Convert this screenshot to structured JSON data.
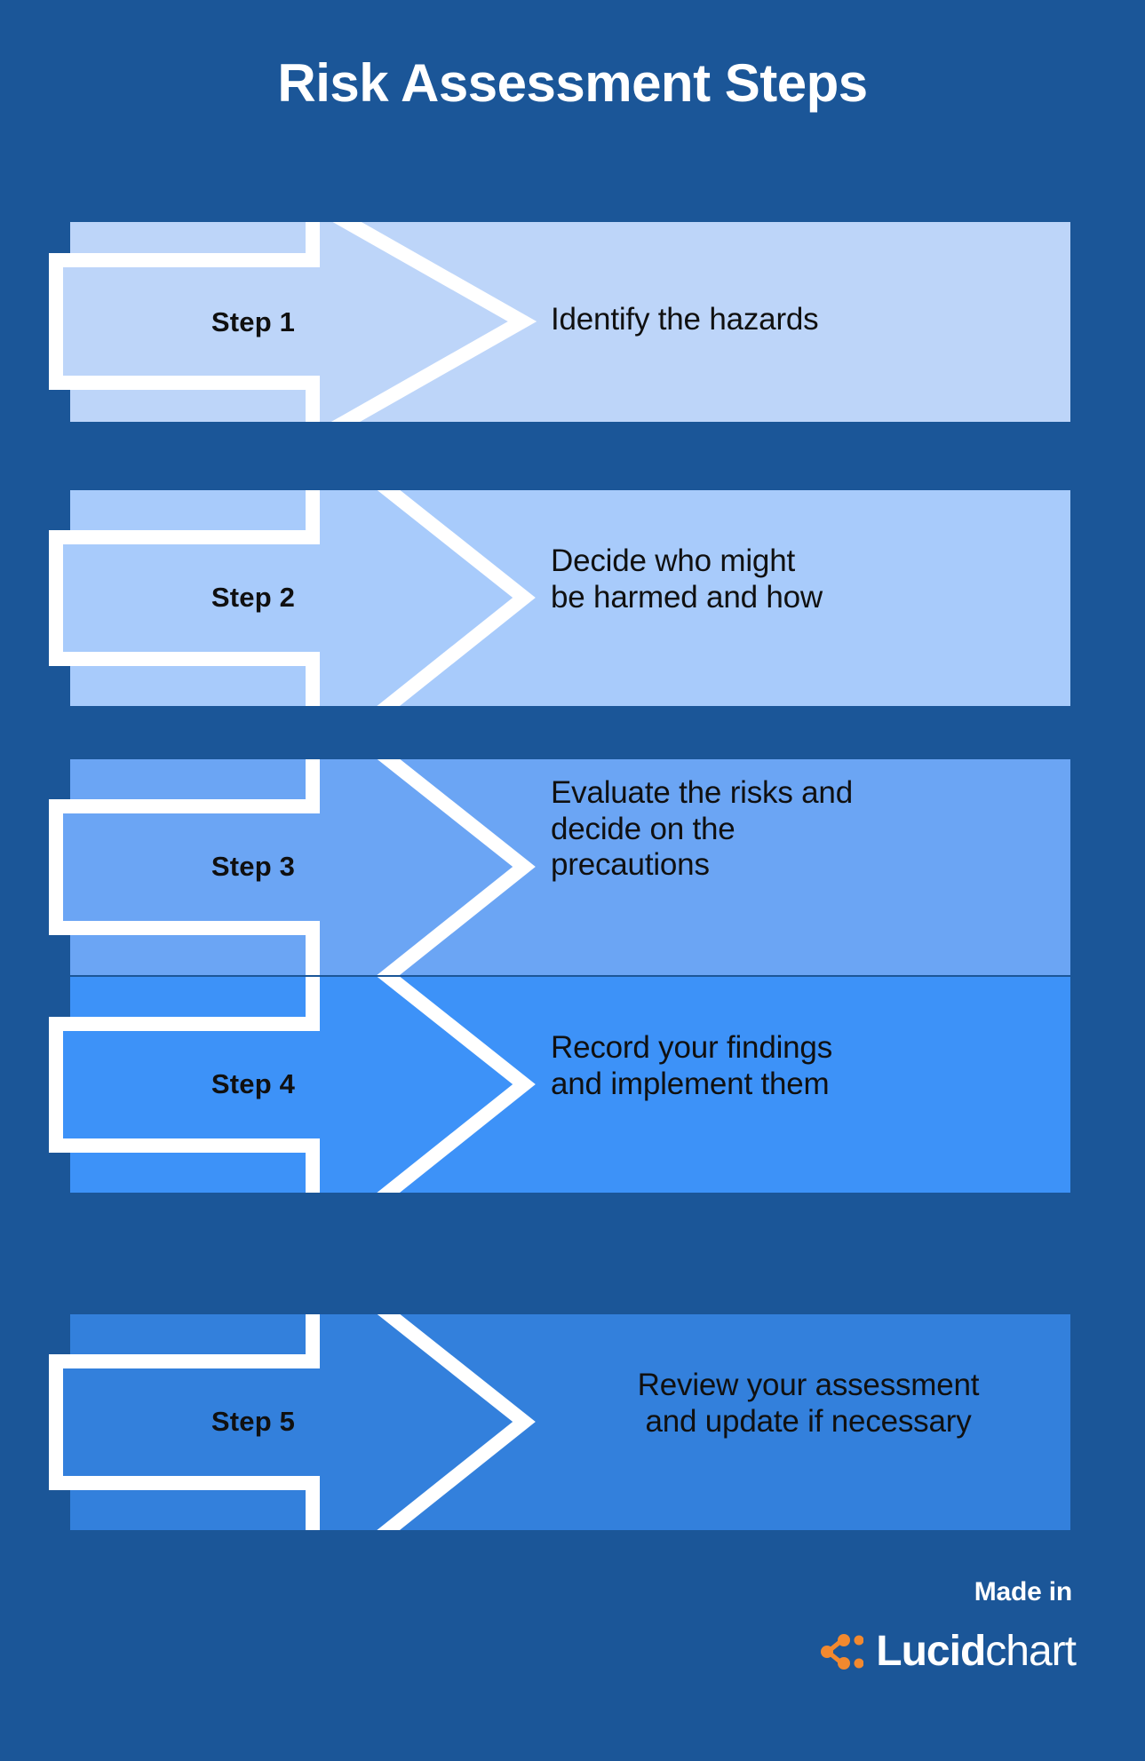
{
  "page": {
    "title": "Risk Assessment Steps",
    "background_color": "#1B5698"
  },
  "steps": [
    {
      "label": "Step 1",
      "description": "Identify the hazards",
      "band_color": "#BDD5F9",
      "arrow_color": "#BDD5F9",
      "outline_color": "#FFFFFF",
      "text_color": "#101010"
    },
    {
      "label": "Step 2",
      "description": "Decide who might\nbe harmed and how",
      "band_color": "#A8CBFB",
      "arrow_color": "#A8CBFB",
      "outline_color": "#FFFFFF",
      "text_color": "#101010"
    },
    {
      "label": "Step 3",
      "description": "Evaluate the risks and\ndecide on the\nprecautions",
      "band_color": "#6BA5F4",
      "arrow_color": "#6BA5F4",
      "outline_color": "#FFFFFF",
      "text_color": "#101010"
    },
    {
      "label": "Step 4",
      "description": "Record your findings\nand implement them",
      "band_color": "#3D92F8",
      "arrow_color": "#3D92F8",
      "outline_color": "#FFFFFF",
      "text_color": "#101010"
    },
    {
      "label": "Step 5",
      "description": "Review your assessment\n and update if necessary",
      "band_color": "#3380DC",
      "arrow_color": "#3380DC",
      "outline_color": "#FFFFFF",
      "text_color": "#101010"
    }
  ],
  "footer": {
    "made_in": "Made in",
    "brand_bold": "Lucid",
    "brand_light": "chart",
    "logo_icon": "lucidchart-logo-icon",
    "logo_accent_color": "#F2892F"
  }
}
